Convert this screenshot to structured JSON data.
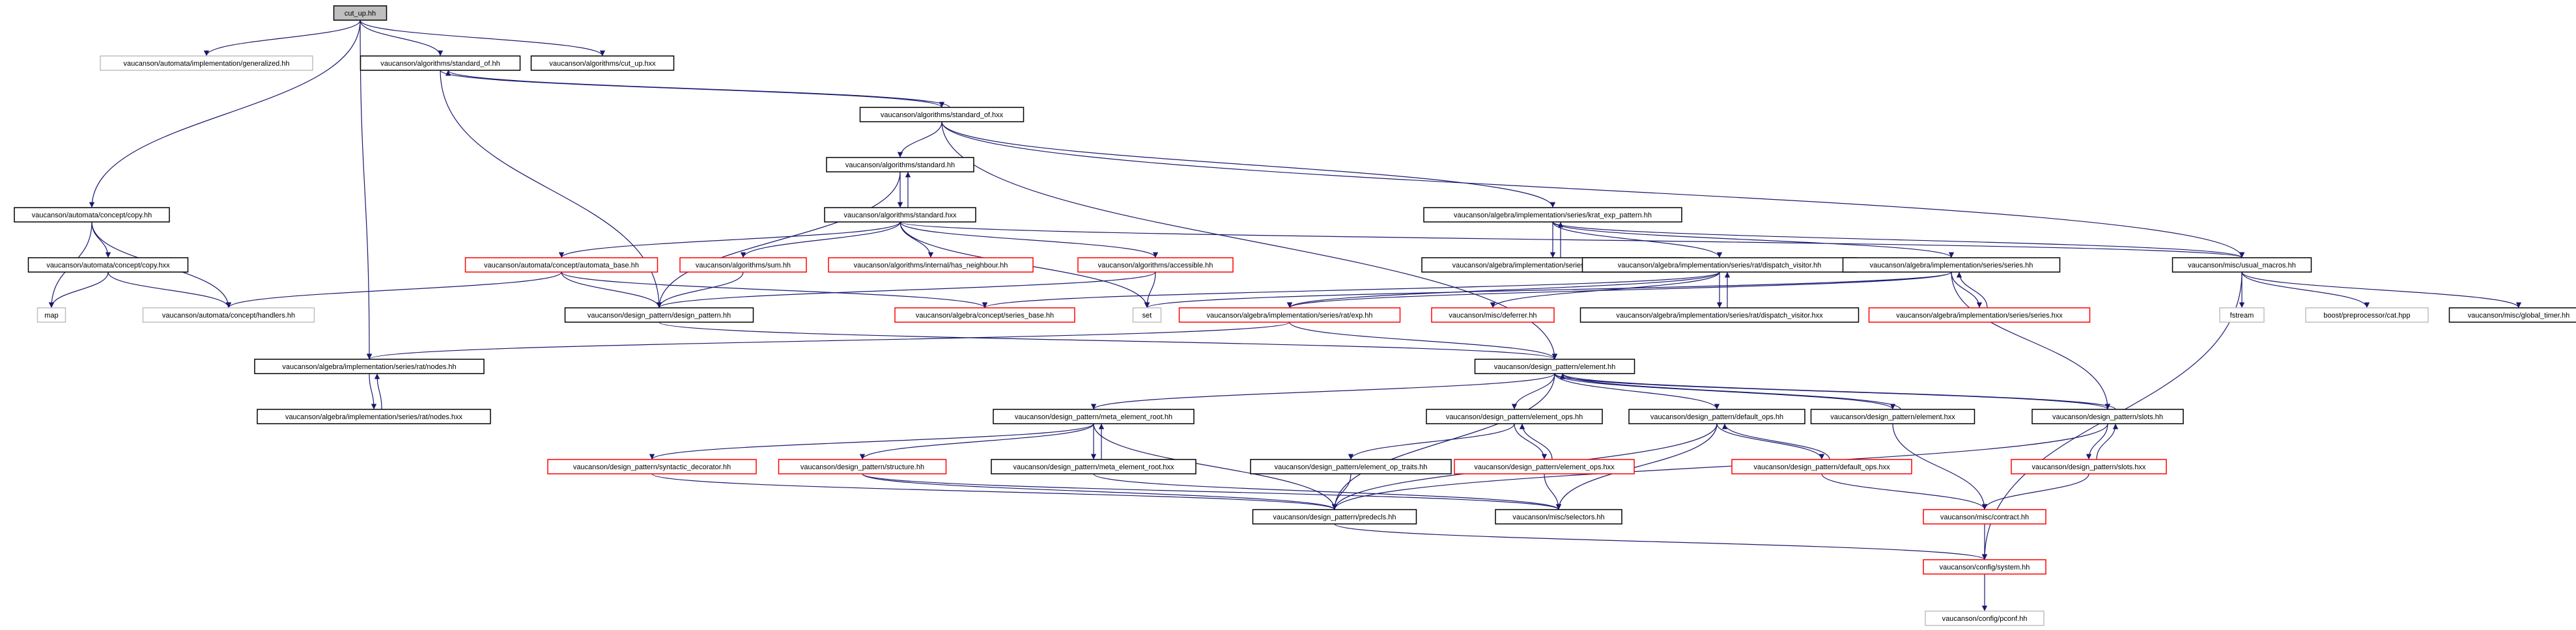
{
  "diagram": {
    "title": "",
    "colors": {
      "edge": "#191970",
      "root_fill": "#bfbfbf",
      "node_border": "#000000",
      "missing_border": "#ff0000",
      "external_border": "#bfbfbf"
    },
    "nodes": [
      {
        "id": "cut_up_hh",
        "label": "cut_up.hh",
        "kind": "root"
      },
      {
        "id": "generalized_hh",
        "label": "vaucanson/automata/implementation/generalized.hh",
        "kind": "external"
      },
      {
        "id": "standard_of_hh",
        "label": "vaucanson/algorithms/standard_of.hh",
        "kind": "normal"
      },
      {
        "id": "cut_up_hxx",
        "label": "vaucanson/algorithms/cut_up.hxx",
        "kind": "normal"
      },
      {
        "id": "standard_of_hxx",
        "label": "vaucanson/algorithms/standard_of.hxx",
        "kind": "normal"
      },
      {
        "id": "standard_hh",
        "label": "vaucanson/algorithms/standard.hh",
        "kind": "normal"
      },
      {
        "id": "standard_hxx",
        "label": "vaucanson/algorithms/standard.hxx",
        "kind": "normal"
      },
      {
        "id": "copy_hh",
        "label": "vaucanson/automata/concept/copy.hh",
        "kind": "normal"
      },
      {
        "id": "copy_hxx",
        "label": "vaucanson/automata/concept/copy.hxx",
        "kind": "normal"
      },
      {
        "id": "map",
        "label": "map",
        "kind": "external"
      },
      {
        "id": "handlers_hh",
        "label": "vaucanson/automata/concept/handlers.hh",
        "kind": "external"
      },
      {
        "id": "automata_base_hh",
        "label": "vaucanson/automata/concept/automata_base.hh",
        "kind": "missing"
      },
      {
        "id": "sum_hh",
        "label": "vaucanson/algorithms/sum.hh",
        "kind": "missing"
      },
      {
        "id": "has_neighbour_hh",
        "label": "vaucanson/algorithms/internal/has_neighbour.hh",
        "kind": "missing"
      },
      {
        "id": "accessible_hh",
        "label": "vaucanson/algorithms/accessible.hh",
        "kind": "missing"
      },
      {
        "id": "design_pattern_hh",
        "label": "vaucanson/design_pattern/design_pattern.hh",
        "kind": "normal"
      },
      {
        "id": "series_base_hh",
        "label": "vaucanson/algebra/concept/series_base.hh",
        "kind": "missing"
      },
      {
        "id": "set",
        "label": "set",
        "kind": "external"
      },
      {
        "id": "krat_exp_pattern_hh",
        "label": "vaucanson/algebra/implementation/series/krat_exp_pattern.hh",
        "kind": "normal"
      },
      {
        "id": "krat_exp_pattern_hxx",
        "label": "vaucanson/algebra/implementation/series/krat_exp_pattern.hxx",
        "kind": "normal"
      },
      {
        "id": "dispatch_visitor_hh",
        "label": "vaucanson/algebra/implementation/series/rat/dispatch_visitor.hh",
        "kind": "normal"
      },
      {
        "id": "series_hh",
        "label": "vaucanson/algebra/implementation/series/series.hh",
        "kind": "normal"
      },
      {
        "id": "usual_macros_hh",
        "label": "vaucanson/misc/usual_macros.hh",
        "kind": "normal"
      },
      {
        "id": "rat_exp_hh",
        "label": "vaucanson/algebra/implementation/series/rat/exp.hh",
        "kind": "missing"
      },
      {
        "id": "deferrer_hh",
        "label": "vaucanson/misc/deferrer.hh",
        "kind": "missing"
      },
      {
        "id": "dispatch_visitor_hxx",
        "label": "vaucanson/algebra/implementation/series/rat/dispatch_visitor.hxx",
        "kind": "normal"
      },
      {
        "id": "series_hxx",
        "label": "vaucanson/algebra/implementation/series/series.hxx",
        "kind": "missing"
      },
      {
        "id": "fstream",
        "label": "fstream",
        "kind": "external"
      },
      {
        "id": "cat_hpp",
        "label": "boost/preprocessor/cat.hpp",
        "kind": "external"
      },
      {
        "id": "global_timer_hh",
        "label": "vaucanson/misc/global_timer.hh",
        "kind": "normal"
      },
      {
        "id": "nodes_hh",
        "label": "vaucanson/algebra/implementation/series/rat/nodes.hh",
        "kind": "normal"
      },
      {
        "id": "nodes_hxx",
        "label": "vaucanson/algebra/implementation/series/rat/nodes.hxx",
        "kind": "normal"
      },
      {
        "id": "element_hh",
        "label": "vaucanson/design_pattern/element.hh",
        "kind": "normal"
      },
      {
        "id": "meta_element_root_hh",
        "label": "vaucanson/design_pattern/meta_element_root.hh",
        "kind": "normal"
      },
      {
        "id": "element_ops_hh",
        "label": "vaucanson/design_pattern/element_ops.hh",
        "kind": "normal"
      },
      {
        "id": "default_ops_hh",
        "label": "vaucanson/design_pattern/default_ops.hh",
        "kind": "normal"
      },
      {
        "id": "element_hxx",
        "label": "vaucanson/design_pattern/element.hxx",
        "kind": "normal"
      },
      {
        "id": "slots_hh",
        "label": "vaucanson/design_pattern/slots.hh",
        "kind": "normal"
      },
      {
        "id": "syntactic_decorator_hh",
        "label": "vaucanson/design_pattern/syntactic_decorator.hh",
        "kind": "missing"
      },
      {
        "id": "structure_hh",
        "label": "vaucanson/design_pattern/structure.hh",
        "kind": "missing"
      },
      {
        "id": "meta_element_root_hxx",
        "label": "vaucanson/design_pattern/meta_element_root.hxx",
        "kind": "normal"
      },
      {
        "id": "element_op_traits_hh",
        "label": "vaucanson/design_pattern/element_op_traits.hh",
        "kind": "normal"
      },
      {
        "id": "element_ops_hxx",
        "label": "vaucanson/design_pattern/element_ops.hxx",
        "kind": "missing"
      },
      {
        "id": "default_ops_hxx",
        "label": "vaucanson/design_pattern/default_ops.hxx",
        "kind": "missing"
      },
      {
        "id": "slots_hxx",
        "label": "vaucanson/design_pattern/slots.hxx",
        "kind": "missing"
      },
      {
        "id": "predecls_hh",
        "label": "vaucanson/design_pattern/predecls.hh",
        "kind": "normal"
      },
      {
        "id": "selectors_hh",
        "label": "vaucanson/misc/selectors.hh",
        "kind": "normal"
      },
      {
        "id": "contract_hh",
        "label": "vaucanson/misc/contract.hh",
        "kind": "missing"
      },
      {
        "id": "system_hh",
        "label": "vaucanson/config/system.hh",
        "kind": "missing"
      },
      {
        "id": "pconf_hh",
        "label": "vaucanson/config/pconf.hh",
        "kind": "external"
      }
    ],
    "edges": [
      [
        "cut_up_hh",
        "generalized_hh"
      ],
      [
        "cut_up_hh",
        "standard_of_hh"
      ],
      [
        "cut_up_hh",
        "cut_up_hxx"
      ],
      [
        "cut_up_hh",
        "copy_hh"
      ],
      [
        "cut_up_hh",
        "nodes_hh"
      ],
      [
        "standard_of_hh",
        "standard_of_hxx"
      ],
      [
        "standard_of_hxx",
        "standard_of_hh"
      ],
      [
        "standard_of_hh",
        "design_pattern_hh"
      ],
      [
        "standard_of_hxx",
        "standard_hh"
      ],
      [
        "standard_of_hxx",
        "krat_exp_pattern_hh"
      ],
      [
        "standard_of_hxx",
        "usual_macros_hh"
      ],
      [
        "standard_of_hxx",
        "element_hh"
      ],
      [
        "standard_hh",
        "standard_hxx"
      ],
      [
        "standard_hxx",
        "standard_hh"
      ],
      [
        "standard_hh",
        "design_pattern_hh"
      ],
      [
        "standard_hxx",
        "automata_base_hh"
      ],
      [
        "standard_hxx",
        "sum_hh"
      ],
      [
        "standard_hxx",
        "has_neighbour_hh"
      ],
      [
        "standard_hxx",
        "accessible_hh"
      ],
      [
        "standard_hxx",
        "set"
      ],
      [
        "standard_hxx",
        "usual_macros_hh"
      ],
      [
        "copy_hh",
        "copy_hxx"
      ],
      [
        "copy_hh",
        "map"
      ],
      [
        "copy_hh",
        "handlers_hh"
      ],
      [
        "copy_hxx",
        "map"
      ],
      [
        "copy_hxx",
        "handlers_hh"
      ],
      [
        "automata_base_hh",
        "handlers_hh"
      ],
      [
        "automata_base_hh",
        "design_pattern_hh"
      ],
      [
        "automata_base_hh",
        "series_base_hh"
      ],
      [
        "sum_hh",
        "design_pattern_hh"
      ],
      [
        "accessible_hh",
        "design_pattern_hh"
      ],
      [
        "accessible_hh",
        "set"
      ],
      [
        "design_pattern_hh",
        "element_hh"
      ],
      [
        "krat_exp_pattern_hh",
        "krat_exp_pattern_hxx"
      ],
      [
        "krat_exp_pattern_hxx",
        "krat_exp_pattern_hh"
      ],
      [
        "krat_exp_pattern_hh",
        "dispatch_visitor_hh"
      ],
      [
        "krat_exp_pattern_hh",
        "series_hh"
      ],
      [
        "krat_exp_pattern_hh",
        "usual_macros_hh"
      ],
      [
        "dispatch_visitor_hh",
        "dispatch_visitor_hxx"
      ],
      [
        "dispatch_visitor_hxx",
        "dispatch_visitor_hh"
      ],
      [
        "dispatch_visitor_hh",
        "rat_exp_hh"
      ],
      [
        "dispatch_visitor_hh",
        "deferrer_hh"
      ],
      [
        "dispatch_visitor_hh",
        "series_base_hh"
      ],
      [
        "series_hh",
        "series_hxx"
      ],
      [
        "series_hxx",
        "series_hh"
      ],
      [
        "series_hh",
        "set"
      ],
      [
        "series_hh",
        "rat_exp_hh"
      ],
      [
        "series_hh",
        "slots_hh"
      ],
      [
        "usual_macros_hh",
        "fstream"
      ],
      [
        "usual_macros_hh",
        "cat_hpp"
      ],
      [
        "usual_macros_hh",
        "global_timer_hh"
      ],
      [
        "usual_macros_hh",
        "system_hh"
      ],
      [
        "rat_exp_hh",
        "nodes_hh"
      ],
      [
        "rat_exp_hh",
        "element_hh"
      ],
      [
        "nodes_hh",
        "nodes_hxx"
      ],
      [
        "nodes_hxx",
        "nodes_hh"
      ],
      [
        "element_hh",
        "meta_element_root_hh"
      ],
      [
        "element_hh",
        "element_ops_hh"
      ],
      [
        "element_hh",
        "default_ops_hh"
      ],
      [
        "element_hh",
        "element_hxx"
      ],
      [
        "element_hxx",
        "element_hh"
      ],
      [
        "element_hh",
        "slots_hh"
      ],
      [
        "slots_hh",
        "element_hh"
      ],
      [
        "element_hh",
        "predecls_hh"
      ],
      [
        "element_hxx",
        "contract_hh"
      ],
      [
        "meta_element_root_hh",
        "meta_element_root_hxx"
      ],
      [
        "meta_element_root_hxx",
        "meta_element_root_hh"
      ],
      [
        "meta_element_root_hh",
        "syntactic_decorator_hh"
      ],
      [
        "meta_element_root_hh",
        "structure_hh"
      ],
      [
        "meta_element_root_hh",
        "predecls_hh"
      ],
      [
        "syntactic_decorator_hh",
        "predecls_hh"
      ],
      [
        "structure_hh",
        "predecls_hh"
      ],
      [
        "structure_hh",
        "selectors_hh"
      ],
      [
        "meta_element_root_hxx",
        "selectors_hh"
      ],
      [
        "element_ops_hh",
        "element_op_traits_hh"
      ],
      [
        "element_ops_hh",
        "element_ops_hxx"
      ],
      [
        "element_ops_hxx",
        "element_ops_hh"
      ],
      [
        "element_op_traits_hh",
        "predecls_hh"
      ],
      [
        "element_ops_hxx",
        "selectors_hh"
      ],
      [
        "default_ops_hh",
        "default_ops_hxx"
      ],
      [
        "default_ops_hxx",
        "default_ops_hh"
      ],
      [
        "default_ops_hh",
        "predecls_hh"
      ],
      [
        "default_ops_hh",
        "selectors_hh"
      ],
      [
        "default_ops_hxx",
        "contract_hh"
      ],
      [
        "slots_hh",
        "slots_hxx"
      ],
      [
        "slots_hxx",
        "slots_hh"
      ],
      [
        "slots_hh",
        "predecls_hh"
      ],
      [
        "slots_hxx",
        "contract_hh"
      ],
      [
        "predecls_hh",
        "system_hh"
      ],
      [
        "contract_hh",
        "system_hh"
      ],
      [
        "system_hh",
        "pconf_hh"
      ]
    ]
  }
}
